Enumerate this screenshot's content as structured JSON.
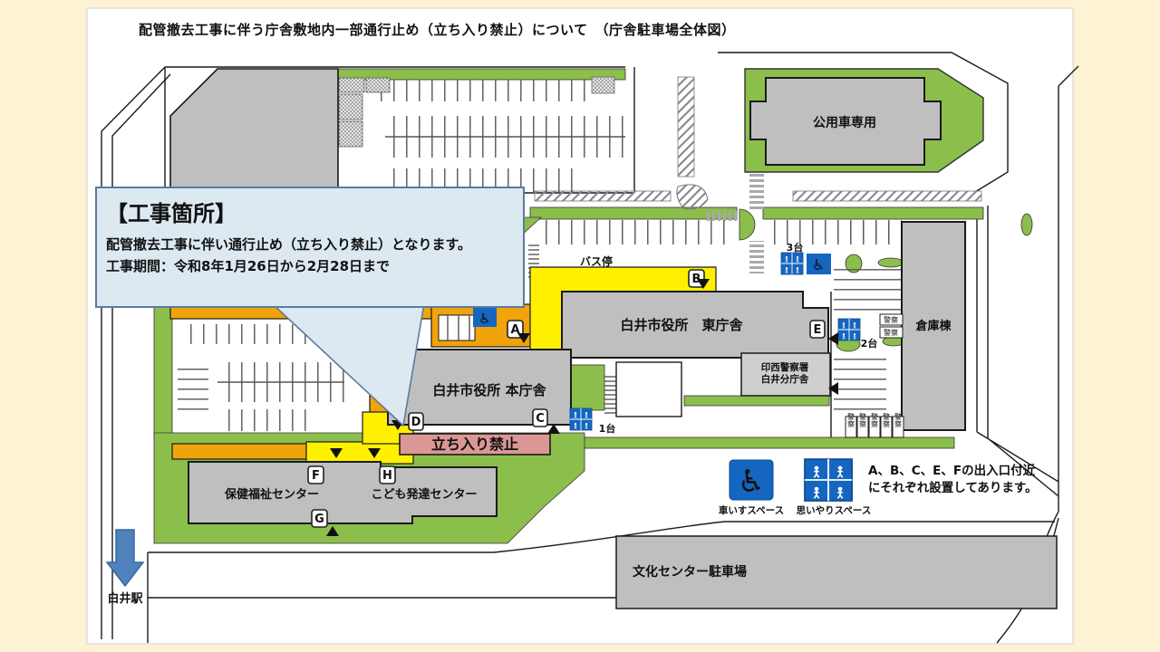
{
  "title": "配管撤去工事に伴う庁舎敷地内一部通行止め（立ち入り禁止）について　（庁舎駐車場全体図）",
  "callout": {
    "heading": "【工事箇所】",
    "line1": "配管撤去工事に伴い通行止め（立ち入り禁止）となります。",
    "line2": "工事期間：令和8年1月26日から2月28日まで"
  },
  "buildings": {
    "official_cars": "公用車専用",
    "east_bldg": "白井市役所　東庁舎",
    "main_bldg": "白井市役所 本庁舎",
    "police1": "印西警察署",
    "police2": "白井分庁舎",
    "warehouse": "倉庫棟",
    "health_center": "保健福祉センター",
    "child_center": "こども発達センター",
    "culture_parking": "文化センター駐車場"
  },
  "labels": {
    "bus_stop": "バス停",
    "no_entry": "立ち入り禁止",
    "cap3": "3台",
    "cap2": "2台",
    "cap1": "1台",
    "police_stall": "警察",
    "station": "白井駅"
  },
  "legend": {
    "wheelchair": "車いすスペース",
    "priority": "思いやりスペース",
    "note1": "A、B、C、E、Fの出入口付近",
    "note2": "にそれぞれ設置してあります。"
  },
  "markers": {
    "a": "A",
    "b": "B",
    "c": "C",
    "d": "D",
    "e": "E",
    "f": "F",
    "g": "G",
    "h": "H"
  },
  "icons": {
    "wheelchair_glyph": "♿"
  },
  "colors": {
    "green": "#8CBE4C",
    "yellow": "#FFF000",
    "orange": "#F0A30A",
    "gray_building": "#BFBFBF",
    "gray_light": "#CFCFCF",
    "pink_banner": "#DB9795",
    "icon_blue": "#1566C0",
    "arrow_blue": "#4F81BD",
    "callout_bg": "#DCE9F1",
    "callout_border": "#5B7B9D",
    "page_bg": "#FDF2D4"
  }
}
